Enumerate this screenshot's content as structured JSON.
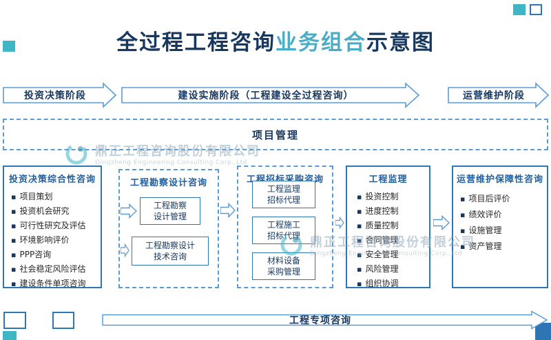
{
  "colors": {
    "accent_blue": "#2e75b6",
    "light_blue": "#5b9bd5",
    "teal": "#3fb6c6",
    "navy_text": "#17375e",
    "title_highlight": "#4bacc6"
  },
  "title": {
    "part1": "全过程工程咨询",
    "part2": "业务组合",
    "part3": "示意图"
  },
  "stage_arrows": [
    {
      "label": "投资决策阶段"
    },
    {
      "label": "建设实施阶段（工程建设全过程咨询）"
    },
    {
      "label": "运营维护阶段"
    }
  ],
  "project_management": {
    "label": "项目管理"
  },
  "investment_box": {
    "title": "投资决策综合性咨询",
    "items": [
      "项目策划",
      "投资机会研究",
      "可行性研究及评估",
      "环境影响评价",
      "PPP咨询",
      "社会稳定风险评估",
      "建设条件单项咨询"
    ]
  },
  "survey_design_box": {
    "title": "工程勘察设计咨询",
    "boxes": [
      {
        "line1": "工程勘察",
        "line2": "设计管理"
      },
      {
        "line1": "工程勘察设计",
        "line2": "技术咨询"
      }
    ]
  },
  "bidding_box": {
    "title": "工程招标采购咨询",
    "boxes": [
      {
        "line1": "工程监理",
        "line2": "招标代理"
      },
      {
        "line1": "工程施工",
        "line2": "招标代理"
      },
      {
        "line1": "材料设备",
        "line2": "采购管理"
      }
    ]
  },
  "supervision_box": {
    "title": "工程监理",
    "items": [
      "投资控制",
      "进度控制",
      "质量控制",
      "合同管理",
      "安全管理",
      "风险管理",
      "组织协调"
    ]
  },
  "operation_box": {
    "title": "运营维护保障性咨询",
    "items": [
      "项目后评价",
      "绩效评价",
      "设施管理",
      "资产管理"
    ]
  },
  "bottom_arrow": {
    "label": "工程专项咨询"
  },
  "watermark": {
    "cn": "鼎正工程咨询股份有限公司",
    "en": "Dingzheng Engineering Consulting Corp.,Ltd"
  }
}
